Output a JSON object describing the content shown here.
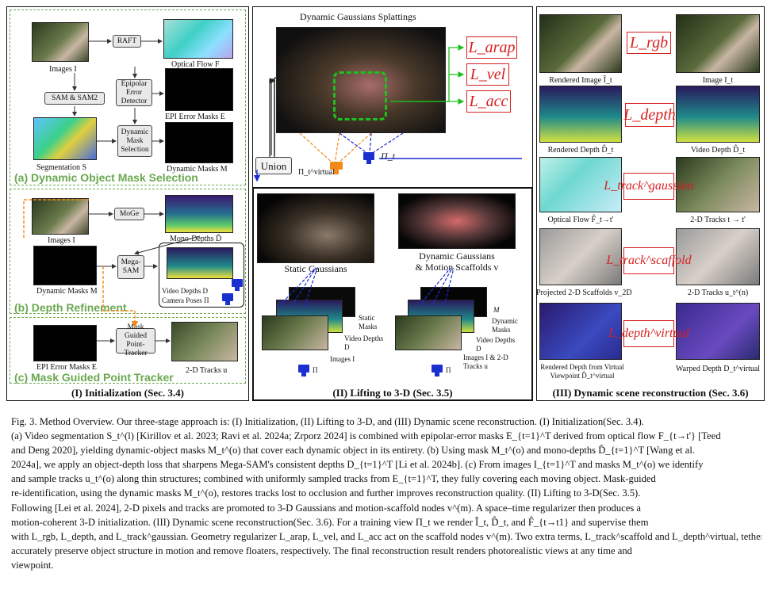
{
  "panel1": {
    "title_a": "(a) Dynamic Object Mask Selection",
    "title_b": "(b) Depth Refinement",
    "title_c": "(c) Mask Guided Point Tracker",
    "footer": "(I) Initialization (Sec. 3.4)",
    "labels": {
      "raft": "RAFT",
      "images": "Images I",
      "optical_flow": "Optical Flow F",
      "sam": "SAM & SAM2",
      "epipolar": "Epipolar Error Detector",
      "epi_masks": "EPI Error Masks E",
      "dyn_sel": "Dynamic Mask Selection",
      "segmentation": "Segmentation S",
      "dyn_masks": "Dynamic Masks M",
      "moge": "MoGe",
      "images_b": "Images I",
      "mono_depths": "Mono-Depths D̃",
      "mega_sam": "Mega-SAM",
      "dyn_masks_b": "Dynamic Masks M",
      "video_depths": "Video Depths D",
      "camera_poses": "Camera Poses Π",
      "mask_guided": "Mask Guided Point-Tracker",
      "epi_masks_c": "EPI Error Masks E",
      "tracks_2d": "2-D Tracks u"
    }
  },
  "panel2": {
    "title": "Dynamic Gaussians Splattings",
    "union": "Union",
    "pi_virtual": "Π_t^virtual",
    "pi_t": "Π_t",
    "static_gaussians": "Static Gaussians",
    "dyn_gaussians": "Dynamic Gaussians",
    "motion_scaffolds": "& Motion Scaffolds v",
    "static_masks": "Static Masks",
    "video_depths": "Video Depths D",
    "images": "Images I",
    "pi_t1": "Π",
    "dynamic_masks": "Dynamic Masks",
    "video_depths2": "Video Depths D",
    "images_tracks": "Images I & 2-D Tracks u",
    "pi_t2": "Π",
    "m_t": "M",
    "footer": "(II) Lifting to 3-D (Sec. 3.5)",
    "losses": [
      "L_arap",
      "L_vel",
      "L_acc"
    ]
  },
  "panel3": {
    "rows": [
      {
        "loss": "L_rgb",
        "left": "Rendered Image Î_t",
        "right": "Image I_t"
      },
      {
        "loss": "L_depth",
        "left": "Rendered Depth D̂_t",
        "right": "Video Depth D̂_t"
      },
      {
        "loss": "L_track^gaussian",
        "left": "Optical Flow F̂_t→t'",
        "right": "2-D Tracks t → t'"
      },
      {
        "loss": "L_track^scaffold",
        "left": "Projected 2-D Scaffolds v_2D",
        "right": "2-D Tracks u_t^(n)"
      },
      {
        "loss": "L_depth^virtual",
        "left": "Rendered Depth from Virtual Viewpoint D̂_t^virtual",
        "right": "Warped Depth D_t^virtual"
      }
    ],
    "footer": "(III) Dynamic scene reconstruction (Sec. 3.6)"
  },
  "caption": {
    "lines": [
      "Fig. 3.  Method Overview. Our three-stage approach is: (I) Initialization, (II) Lifting to 3-D, and (III) Dynamic scene reconstruction. (I) Initialization(Sec. 3.4).",
      "(a) Video segmentation S_t^(l) [Kirillov et al. 2023; Ravi et al. 2024a; Zrporz 2024] is combined with epipolar-error masks E_{t=1}^T derived from optical flow F_{t→t'} [Teed",
      "and Deng 2020], yielding dynamic-object masks M_t^(o) that cover each dynamic object in its entirety. (b) Using mask M_t^(o) and mono-depths D̃_{t=1}^T [Wang et al.",
      "2024a], we apply an object-depth loss that sharpens Mega-SAM's consistent depths D_{t=1}^T [Li et al. 2024b]. (c) From images I_{t=1}^T and masks M_t^(o) we identify",
      "and sample tracks u_t^(o) along thin structures; combined with uniformly sampled tracks from E_{t=1}^T, they fully covering each moving object. Mask-guided",
      "re-identification, using the dynamic masks M_t^(o), restores tracks lost to occlusion and further improves reconstruction quality. (II) Lifting to 3-D(Sec. 3.5).",
      "Following [Lei et al. 2024], 2-D pixels and tracks are promoted to 3-D Gaussians and motion-scaffold nodes v^(m). A space–time regularizer then produces a",
      "motion-coherent 3-D initialization. (III) Dynamic scene reconstruction(Sec. 3.6). For a training view Π_t we render Î_t, D̂_t, and F̂_{t→t1} and supervise them",
      "with L_rgb, L_depth, and L_track^gaussian. Geometry regularizer L_arap, L_vel, and L_acc act on the scaffold nodes v^(m). Two extra terms, L_track^scaffold and L_depth^virtual, tether v^(m) to",
      "accurately preserve object structure in motion and remove floaters, respectively. The final reconstruction result renders photorealistic views at any time and",
      "viewpoint."
    ]
  }
}
